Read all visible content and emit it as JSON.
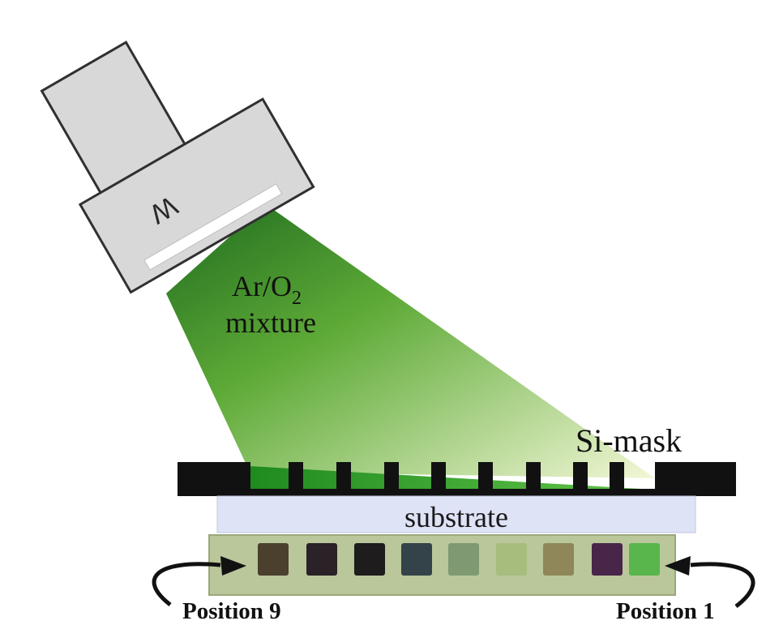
{
  "target": {
    "label": "W"
  },
  "gas": {
    "line1": "Ar/O",
    "subscript": "2",
    "line2": "mixture"
  },
  "mask": {
    "label": "Si-mask"
  },
  "substrate": {
    "label": "substrate"
  },
  "positions": {
    "left_label": "Position 9",
    "right_label": "Position 1",
    "swatch_colors": [
      "#4b3f2e",
      "#2a2226",
      "#1e1c1c",
      "#34424a",
      "#7f9a73",
      "#a7bd7e",
      "#8f865a",
      "#48264a",
      "#58b64c"
    ]
  },
  "colors": {
    "plume": "#4fa82f",
    "mask": "#111111",
    "substrate": "#dfe3f6",
    "sample_strip": "#b9c79a",
    "gun": "#d8d8d8"
  }
}
